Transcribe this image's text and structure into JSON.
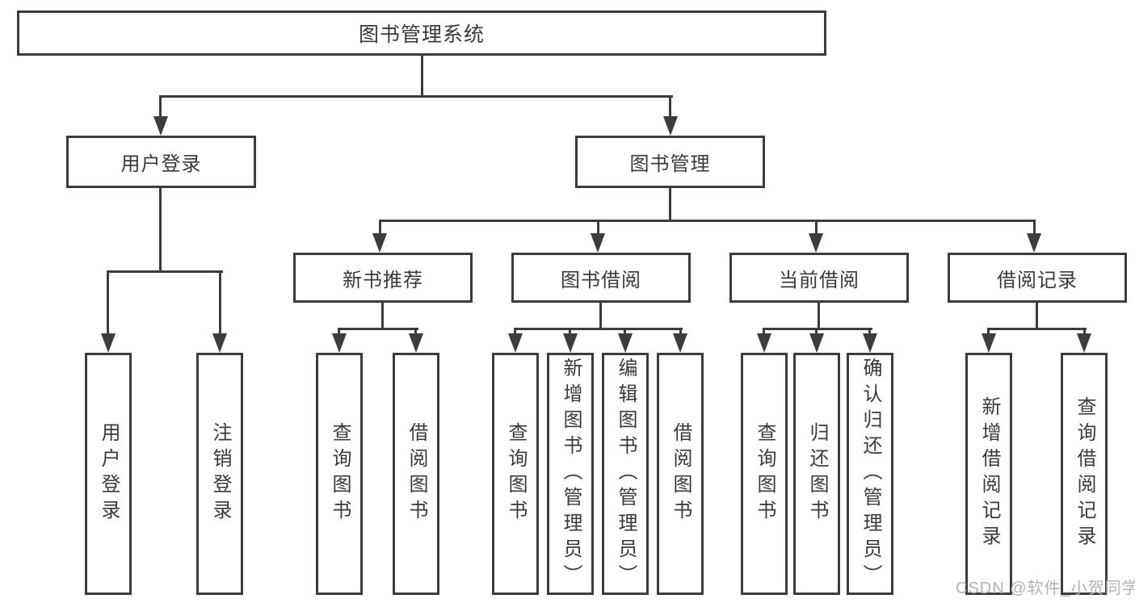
{
  "nodes": {
    "root": "图书管理系统",
    "level2": [
      "用户登录",
      "图书管理"
    ],
    "level3": [
      "新书推荐",
      "图书借阅",
      "当前借阅",
      "借阅记录"
    ],
    "leaves": {
      "user_login": [
        "用户登录",
        "注销登录"
      ],
      "new_books": [
        "查询图书",
        "借阅图书"
      ],
      "book_borrow": [
        "查询图书",
        "新增图书（管理员）",
        "编辑图书（管理员）",
        "借阅图书"
      ],
      "current_borrow": [
        "查询图书",
        "归还图书",
        "确认归还（管理员）"
      ],
      "borrow_records": [
        "新增借阅记录",
        "查询借阅记录"
      ]
    }
  },
  "watermark": {
    "text": "CSDN @软件_小贺同学"
  },
  "colors": {
    "line": "#3c3c3c",
    "text": "#3a3a3a",
    "watermark": "#b2b2b2",
    "background": "#ffffff"
  }
}
